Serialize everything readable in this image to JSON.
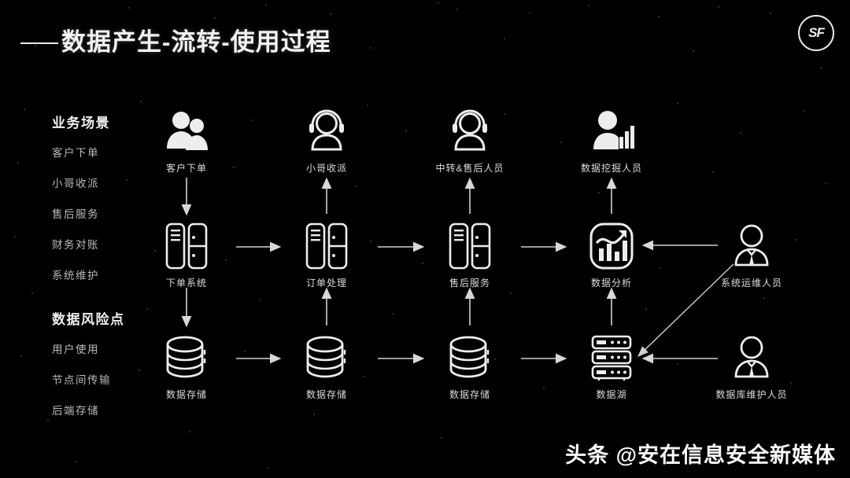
{
  "header": {
    "title": "数据产生-流转-使用过程",
    "logo": "SF"
  },
  "rail": {
    "business": {
      "heading": "业务场景",
      "items": [
        "客户下单",
        "小哥收派",
        "售后服务",
        "财务对账",
        "系统维护"
      ]
    },
    "risk": {
      "heading": "数据风险点",
      "items": [
        "用户使用",
        "节点间传输",
        "后端存储"
      ]
    }
  },
  "flow": {
    "persons": [
      {
        "label": "客户下单",
        "icon": "two-people-icon"
      },
      {
        "label": "小哥收派",
        "icon": "headset-person-icon"
      },
      {
        "label": "中转&售后人员",
        "icon": "headset-person-icon"
      },
      {
        "label": "数据挖掘人员",
        "icon": "person-chart-icon"
      }
    ],
    "systems": [
      {
        "label": "下单系统",
        "icon": "server-tower-icon"
      },
      {
        "label": "订单处理",
        "icon": "server-tower-icon"
      },
      {
        "label": "售后服务",
        "icon": "server-tower-icon"
      },
      {
        "label": "数据分析",
        "icon": "analytics-chart-icon"
      }
    ],
    "stores": [
      {
        "label": "数据存储",
        "icon": "database-cylinder-icon"
      },
      {
        "label": "数据存储",
        "icon": "database-cylinder-icon"
      },
      {
        "label": "数据存储",
        "icon": "database-cylinder-icon"
      },
      {
        "label": "数据湖",
        "icon": "server-rack-icon"
      }
    ],
    "right_roles": [
      {
        "label": "系统运维人员",
        "icon": "suited-person-icon"
      },
      {
        "label": "数据库维护人员",
        "icon": "suited-person-icon"
      }
    ]
  },
  "watermark": "头条 @安在信息安全新媒体",
  "colors": {
    "background": "#000000",
    "foreground": "#f2f2f2",
    "muted": "#b9b9b9",
    "line": "#d8d8d8"
  }
}
